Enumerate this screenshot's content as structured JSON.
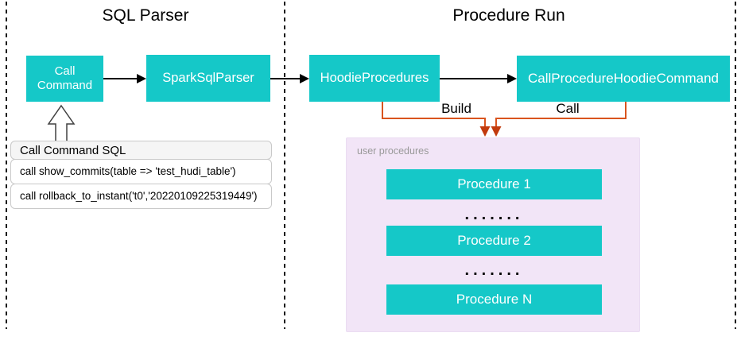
{
  "diagram": {
    "sql_parser": {
      "title": "SQL Parser",
      "call_command_label": "Call Command",
      "spark_sql_parser_label": "SparkSqlParser",
      "sql_table": {
        "header": "Call Command SQL",
        "rows": [
          "call show_commits(table => 'test_hudi_table')",
          "call rollback_to_instant('t0','20220109225319449')"
        ]
      }
    },
    "procedure_run": {
      "title": "Procedure Run",
      "hoodie_procedures_label": "HoodieProcedures",
      "call_procedure_label": "CallProcedureHoodieCommand",
      "build_label": "Build",
      "call_label": "Call",
      "user_procedures_panel": {
        "label": "user procedures",
        "procedures": [
          "Procedure 1",
          "Procedure 2",
          "Procedure N"
        ],
        "ellipsis": "......."
      }
    },
    "colors": {
      "node_fill": "#15c8c8",
      "panel_fill": "#f2e5f7",
      "connector_orange": "#d9541e",
      "arrowhead_red": "#c23b0e",
      "divider_black": "#1a1a1a"
    }
  }
}
